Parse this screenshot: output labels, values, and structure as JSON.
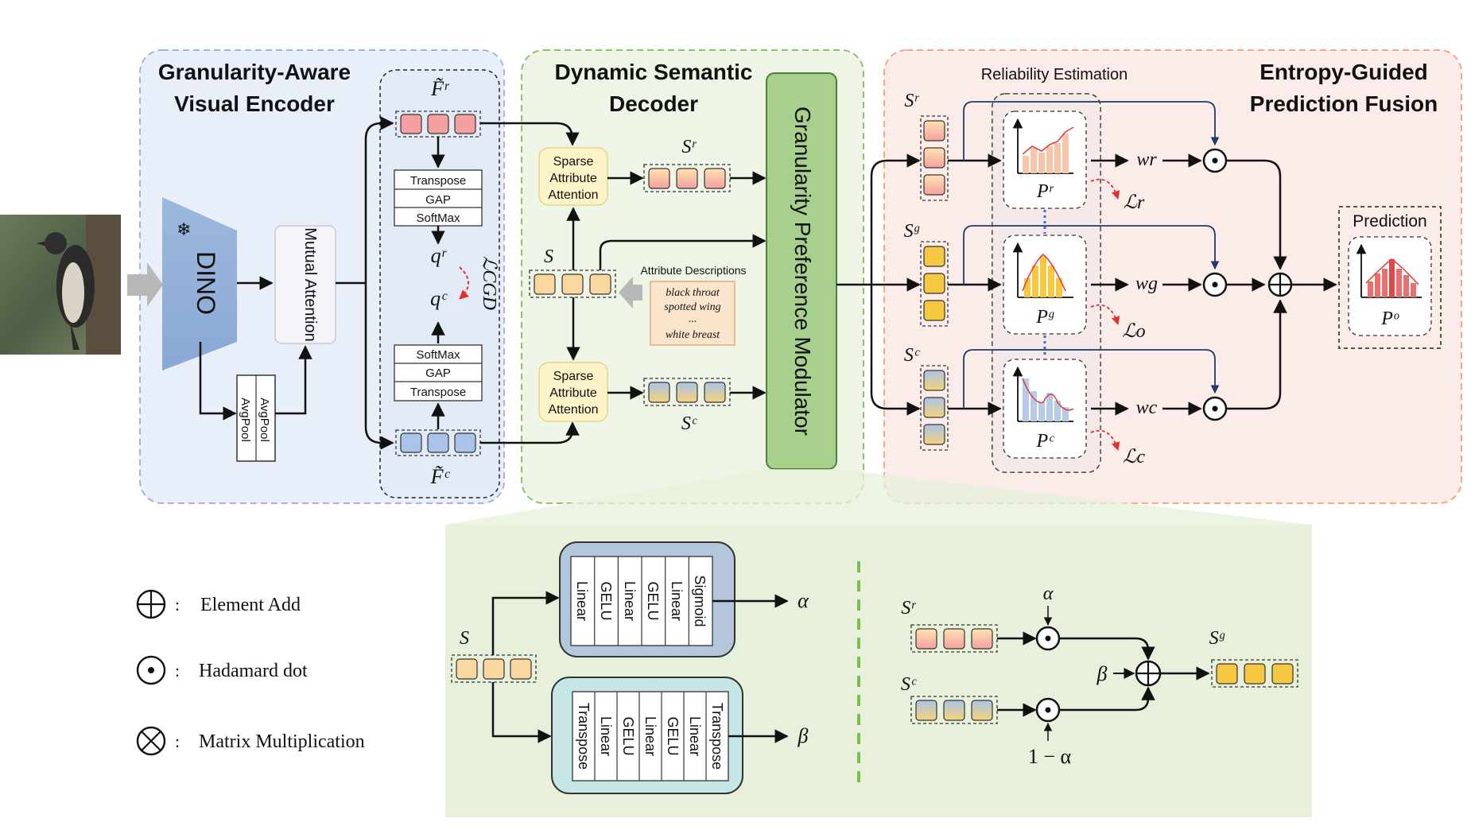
{
  "colors": {
    "encoder_panel": "#e9eff9",
    "decoder_panel": "#eef5e6",
    "fusion_panel": "#fbecea",
    "modulator": "#a8d08d",
    "red_token": "#f4a0a0",
    "blue_token": "#a9c4e8",
    "yellow_token": "#f5c842",
    "orange_token": "#fbd7a0"
  },
  "encoder": {
    "title_line1": "Granularity-Aware",
    "title_line2": "Visual Encoder",
    "dino": "DINO",
    "mutual_attention": "Mutual Attention",
    "avgpool_a": "AvgPool",
    "avgpool_b": "AvgPool",
    "transpose": "Transpose",
    "gap": "GAP",
    "softmax": "SoftMax",
    "f_r": "F̃ʳ",
    "f_c": "F̃ᶜ",
    "q_r": "qʳ",
    "q_c": "qᶜ",
    "loss_cgd": "ℒCGD"
  },
  "decoder": {
    "title_line1": "Dynamic Semantic",
    "title_line2": "Decoder",
    "sparse_line1": "Sparse",
    "sparse_line2": "Attribute",
    "sparse_line3": "Attention",
    "s_r": "Sʳ",
    "s": "S",
    "s_c": "Sᶜ",
    "attr_desc_title": "Attribute Descriptions",
    "attr_desc": [
      "black throat",
      "spotted wing",
      "...",
      "white breast"
    ],
    "modulator": "Granularity Preference Modulator"
  },
  "fusion": {
    "title_line1": "Entropy-Guided",
    "title_line2": "Prediction Fusion",
    "reliability": "Reliability Estimation",
    "s_r": "Sʳ",
    "s_g": "Sᵍ",
    "s_c": "Sᶜ",
    "p_r": "Pʳ",
    "p_g": "Pᵍ",
    "p_c": "Pᶜ",
    "l_r": "ℒr",
    "l_o": "ℒo",
    "l_c": "ℒc",
    "w_r": "wr",
    "w_g": "wg",
    "w_c": "wc",
    "prediction": "Prediction",
    "p_o": "Pᵒ"
  },
  "legend": {
    "add_sym": "⊕",
    "add": "Element Add",
    "dot_sym": "⊙",
    "dot": "Hadamard dot",
    "mul_sym": "⊗",
    "mul": "Matrix Multiplication",
    "colon": ":"
  },
  "detail": {
    "s": "S",
    "alpha_branch": [
      "Linear",
      "GELU",
      "Linear",
      "GELU",
      "Linear",
      "Sigmoid"
    ],
    "beta_branch": [
      "Transpose",
      "Linear",
      "GELU",
      "Linear",
      "GELU",
      "Linear",
      "Transpose"
    ],
    "alpha": "α",
    "beta": "β",
    "s_r": "Sʳ",
    "s_c": "Sᶜ",
    "s_g": "Sᵍ",
    "one_minus_alpha": "1 − α"
  }
}
